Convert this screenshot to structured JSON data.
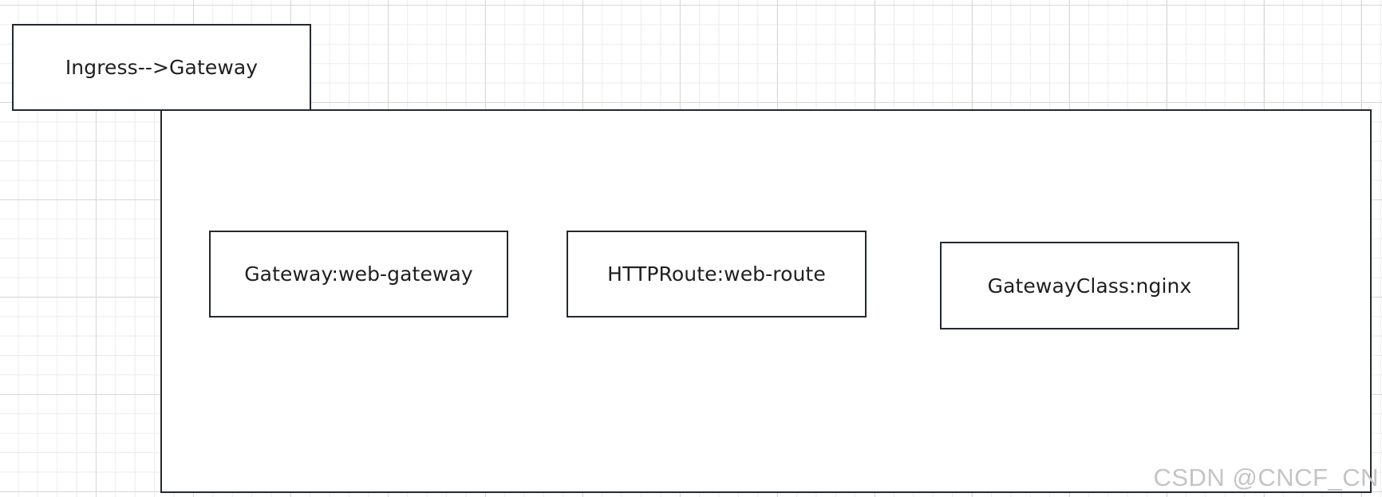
{
  "diagram": {
    "title_box": {
      "label": "Ingress-->Gateway"
    },
    "components": [
      {
        "label": "Gateway:web-gateway"
      },
      {
        "label": "HTTPRoute:web-route"
      },
      {
        "label": "GatewayClass:nginx"
      }
    ]
  },
  "watermark": {
    "text": "CSDN @CNCF_CN"
  },
  "colors": {
    "stroke": "#24292e",
    "grid_major": "#d8d8d8",
    "grid_minor": "#ececec",
    "watermark": "#c4c4c4"
  }
}
